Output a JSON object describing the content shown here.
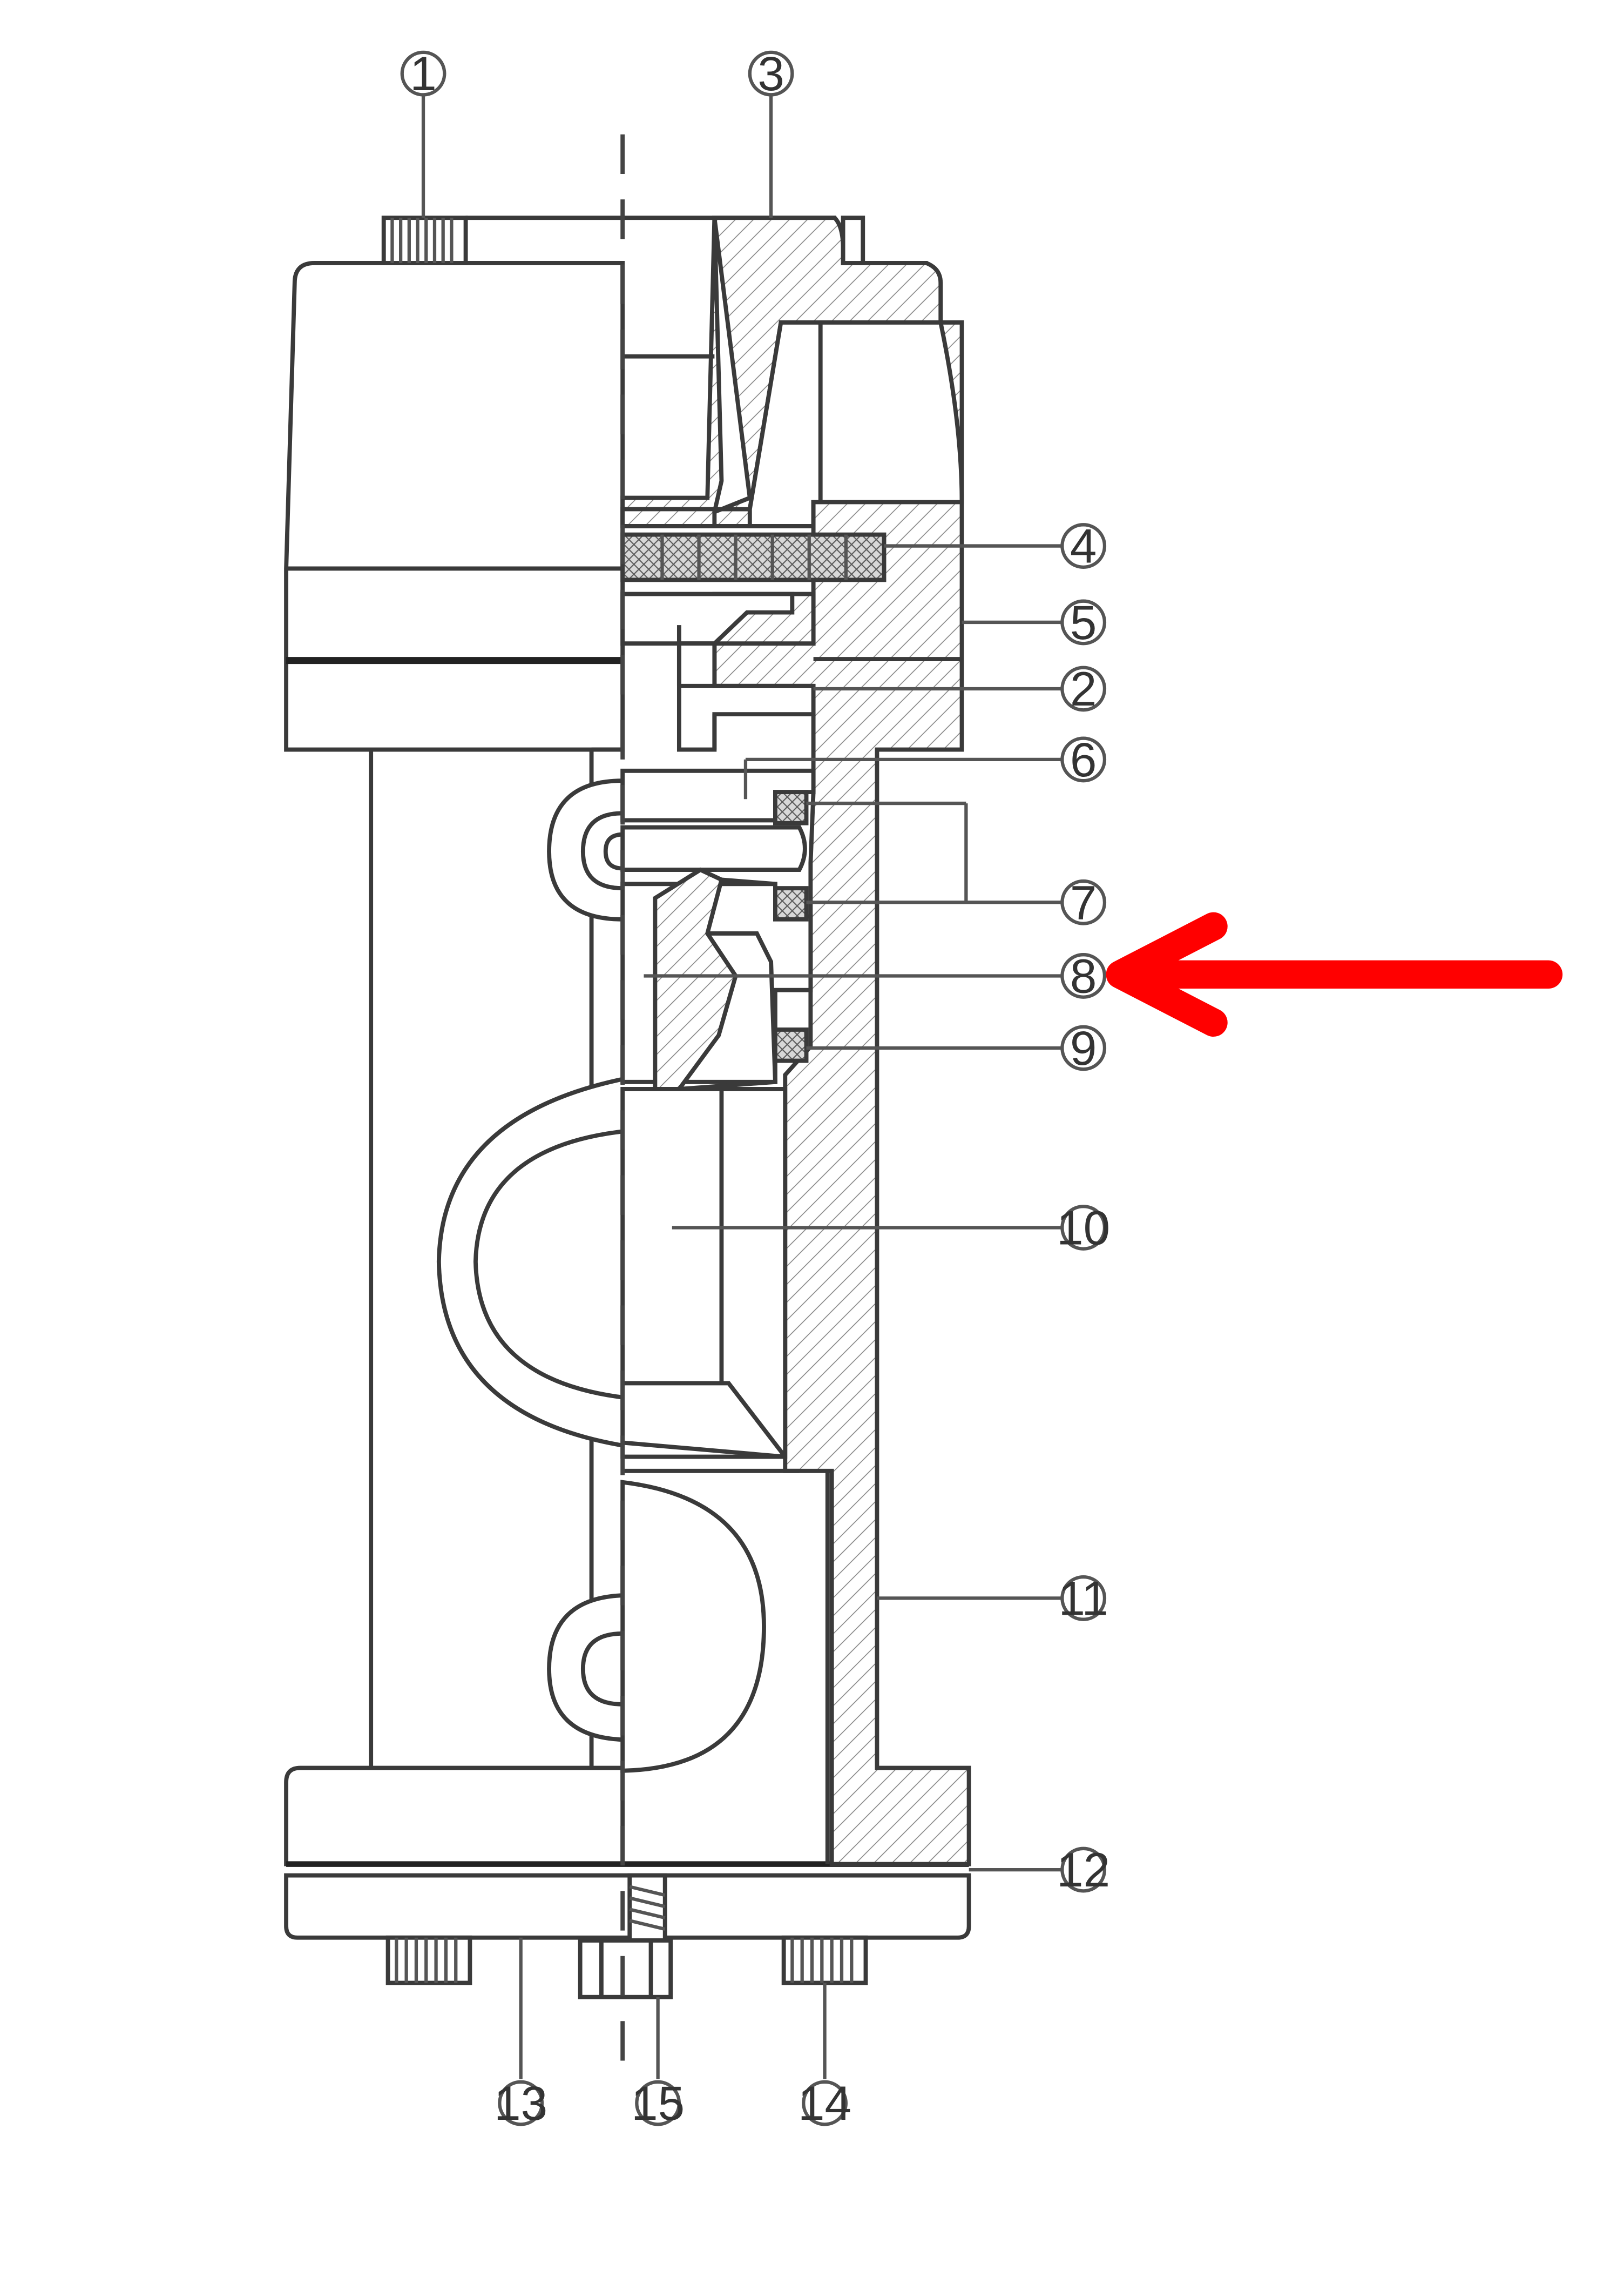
{
  "diagram": {
    "callouts": [
      "1",
      "2",
      "3",
      "4",
      "5",
      "6",
      "7",
      "8",
      "9",
      "10",
      "11",
      "12",
      "13",
      "14",
      "15"
    ],
    "highlighted_callout": "8",
    "colors": {
      "line": "#3a3a3a",
      "arrow": "#ff0000",
      "background": "#ffffff"
    }
  }
}
